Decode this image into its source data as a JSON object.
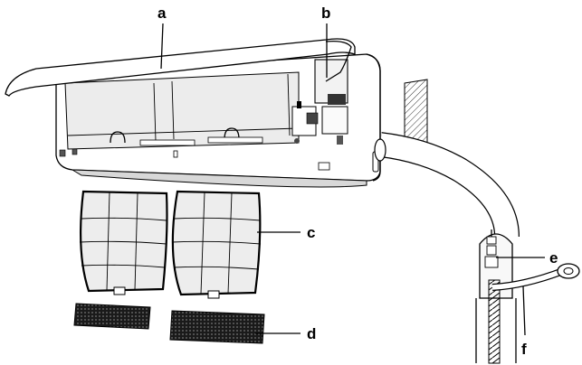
{
  "diagram": {
    "callouts": {
      "a": "a",
      "b": "b",
      "c": "c",
      "d": "d",
      "e": "e",
      "f": "f"
    }
  }
}
